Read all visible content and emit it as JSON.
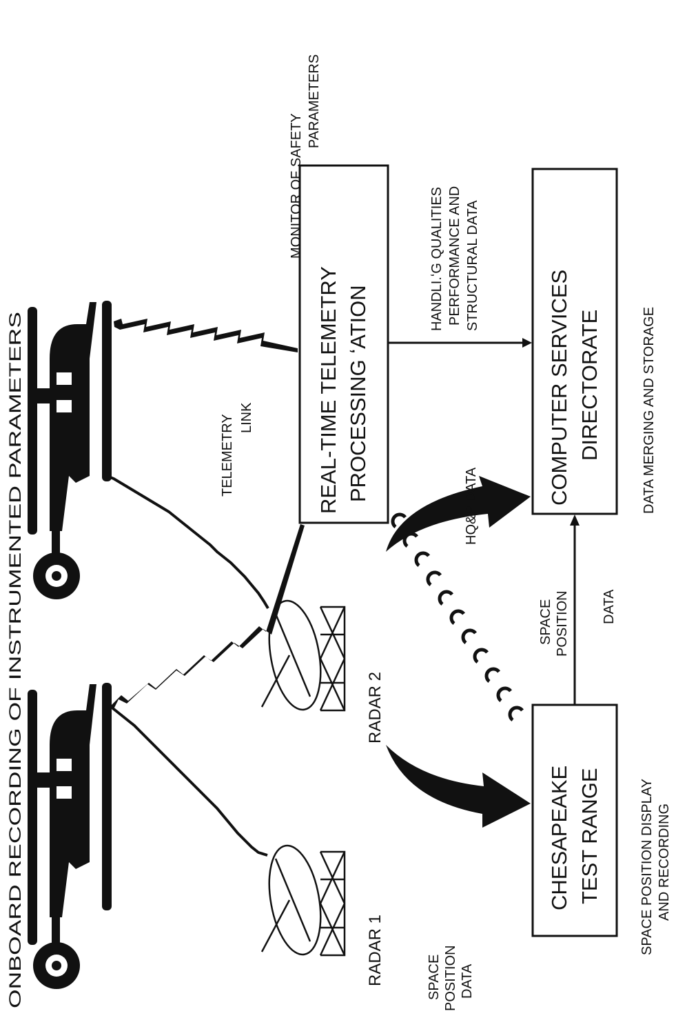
{
  "labels": {
    "onboard": "ONBOARD RECORDING OF INSTRUMENTED PARAMETERS",
    "monitor_line1": "MONITOR OF SAFETY",
    "monitor_line2": "PARAMETERS",
    "telemetry_line1": "TELEMETRY",
    "telemetry_line2": "LINK",
    "handling_line1": "HANDLI.ʻG QUALITIES",
    "handling_line2": "PERFORMANCE AND",
    "handling_line3": "STRUCTURAL DATA",
    "hqp": "HQ&P DATA",
    "data_merging": "DATA MERGING AND STORAGE",
    "space_position_line1": "SPACE",
    "space_position_line2": "POSITION",
    "space_data": "DATA",
    "radar1": "RADAR 1",
    "radar2": "RADAR 2",
    "spd_line1": "SPACE",
    "spd_line2": "POSITION",
    "spd_line3": "DATA",
    "spd_display_line1": "SPACE POSITION DISPLAY",
    "spd_display_line2": "AND RECORDING"
  },
  "boxes": {
    "rt_line1": "REAL-TIME TELEMETRY",
    "rt_line2": "PROCESSING  ʻATION",
    "csd_line1": "COMPUTER SERVICES",
    "csd_line2": "DIRECTORATE",
    "ctr_line1": "CHESAPEAKE",
    "ctr_line2": "TEST RANGE"
  }
}
